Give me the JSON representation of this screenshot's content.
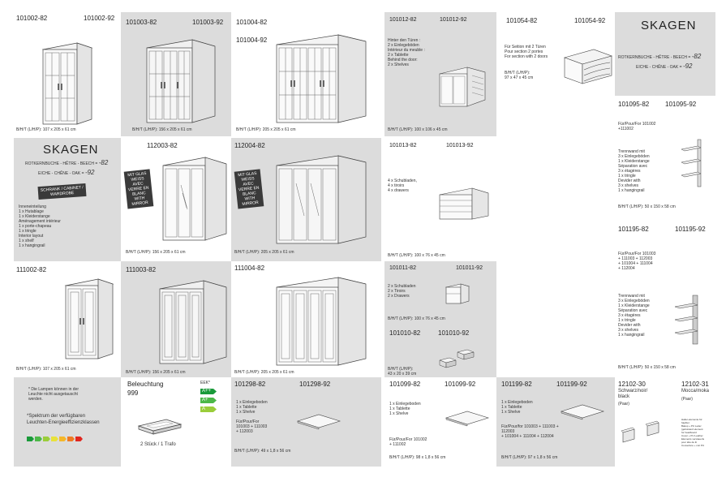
{
  "left": {
    "c1": {
      "a": "101002-82",
      "b": "101002-92",
      "dim": "B/H/T (L/H/P): 107 x 205 x 61 cm"
    },
    "c2": {
      "a": "101003-82",
      "b": "101003-92",
      "dim": "B/H/T (L/H/P): 156 x 205 x 61 cm"
    },
    "c3": {
      "a": "101004-82",
      "b": "101004-92",
      "dim": "B/H/T (L/H/P): 205 x 205 x 61 cm"
    },
    "skagen": {
      "title": "SKAGEN",
      "l1": "ROTKERNBUCHE - HÊTRE - BEECH = ",
      "v1": "-82",
      "l2": "EICHE - CHÊNE - OAK = ",
      "v2": "-92",
      "badge": "SCHRANK / CABINET /\nWARDROBE",
      "interior": "Inneneinteilung\n1 x Hutablage\n1 x Kleiderstange\nAménagement intérieur\n1 x porte-chapeau\n1 x tringle\nInterior layout\n1 x shelf\n1 x hangingrail"
    },
    "c5": {
      "a": "112003-82",
      "mirror": "MIT GLAS\nWEISS\nAVEC\nVERRE EN\nBLANC\nWITH\nMIRROR",
      "dim": "B/H/T (L/H/P): 156 x 205 x 61 cm"
    },
    "c6": {
      "a": "112004-82",
      "mirror": "MIT GLAS\nWEISS\nAVEC\nVERRE EN\nBLANC\nWITH\nMIRROR",
      "dim": "B/H/T (L/H/P): 205 x 205 x 61 cm"
    },
    "c7": {
      "a": "111002-82",
      "dim": "B/H/T (L/H/P): 107 x 205 x 61 cm"
    },
    "c8": {
      "a": "111003-82",
      "dim": "B/H/T (L/H/P): 156 x 205 x 61 cm"
    },
    "c9": {
      "a": "111004-82",
      "dim": "B/H/T (L/H/P): 205 x 205 x 61 cm"
    },
    "lamp": {
      "note": "* Die Lampen können in der\nLeuchte nicht ausgetauscht\nwerden.",
      "spectrum": "*Spektrum der verfügbaren\nLeuchten-Energieeffizienzklassen"
    },
    "light": {
      "title": "Beleuchtung",
      "num": "999",
      "qty": "2 Stück / 1 Trafo",
      "eek": "EEK*",
      "e1": "A++",
      "e2": "A+",
      "e3": "A"
    },
    "c12": {
      "a": "101298-82",
      "b": "101298-92",
      "text": "1 x Einlegeboden\n1 x Tablette\n1 x Shelve",
      "fuer": "Für/Pour/For\n101003 + 111003\n+ 112003",
      "dim": "B/H/T (L/H/P): 49 x 1,8 x 56 cm"
    }
  },
  "right": {
    "r1": {
      "a": "101012-82",
      "b": "101012-92",
      "text": "Hinter den Türen :\n2 x Einlegeböden\nIntérieur du meuble :\n2 x Tablette\nBehind the door:\n2 x Shelves",
      "dim": "B/H/T (L/H/P): 100 x 106 x 45 cm"
    },
    "r2": {
      "a": "101054-82",
      "b": "101054-92",
      "text": "Für Seition mit 2 Türen\nPour section 2 portes\nFor section with 2 doors",
      "dim": "B/H/T (L/H/P):\n97 x 47 x 45 cm"
    },
    "skagen2": {
      "title": "SKAGEN",
      "l1": "ROTKERNBUCHE - HÊTRE - BEECH = ",
      "v1": "-82",
      "l2": "EICHE - CHÊNE - OAK = ",
      "v2": "-92"
    },
    "r4": {
      "a": "101013-82",
      "b": "101013-92",
      "text": "4 x Schubladen,\n4 x tiroirs\n4 x drawers",
      "dim": "B/H/T (L/H/P): 100 x 76 x 45 cm"
    },
    "r5": {
      "a": "101095-82",
      "b": "101095-92",
      "text": "Für/Pour/For 101002\n+111002",
      "text2": "Trennwand mit\n3 x Einlegeböden\n1 x Kleiderstange\nSéparation avec\n3 x étagères\n1 x tringle\nDevider with\n3 x shelves\n1 x hangingrail",
      "dim": "B/H/T (L/H/P): 50 x 150 x 58 cm"
    },
    "r6": {
      "a": "101011-82",
      "b": "101011-92",
      "text": "2 x Schubladen\n2 x Tiroirs\n2 x Drawers",
      "dim": "B/H/T (L/H/P): 100 x 76 x 45 cm"
    },
    "r7": {
      "a": "101195-82",
      "b": "101195-92",
      "text": "Für/Pour/For 101003\n+ 111003 + 112003\n+ 101004 + 111004\n+ 112004",
      "text2": "Trennwand mit\n3 x Einlegeböden\n1 x Kleiderstange\nSéparation avec\n3 x étagères\n1 x tringle\nDevider with\n3 x shelves\n1 x hangingrail",
      "dim": "B/H/T (L/H/P): 50 x 150 x 58 cm"
    },
    "r8": {
      "a": "101010-82",
      "b": "101010-92",
      "dim": "B/H/T (L/H/P):\n43 x 20 x 39 cm"
    },
    "r9": {
      "a": "101099-82",
      "b": "101099-92",
      "text": "1 x Einlegeboden\n1 x Tablette\n1 x Shelve",
      "fuer": "Für/Pour/For 101002\n+ 111002",
      "dim": "B/H/T (L/H/P): 98 x 1,8 x 56 cm"
    },
    "r10": {
      "a": "101199-82",
      "b": "101199-92",
      "text": "1 x Einlegeboden\n1 x Tablette\n1 x Shelve",
      "fuer": "Für/Pour/for 101003 + 111003 +\n112003\n+ 101004 + 111004 + 112004",
      "dim": "B/H/T (L/H/P): 97 x 1,8 x 56 cm"
    },
    "r11": {
      "a": "12102-30",
      "a2": "Schwarz/noir/\nblack",
      "a3": "(Paar)",
      "b": "12102-31",
      "b2": "Mocca/moka",
      "b3": "(Paar)",
      "tiny": "Halter-elemente für\nhaplitet\nBakup + PU Leder\n(gebolsterd element\nfor headboard\nCover + PU Leather\nElements verstauerts\npour tête de lit\nCouverture + cuir PU"
    }
  }
}
